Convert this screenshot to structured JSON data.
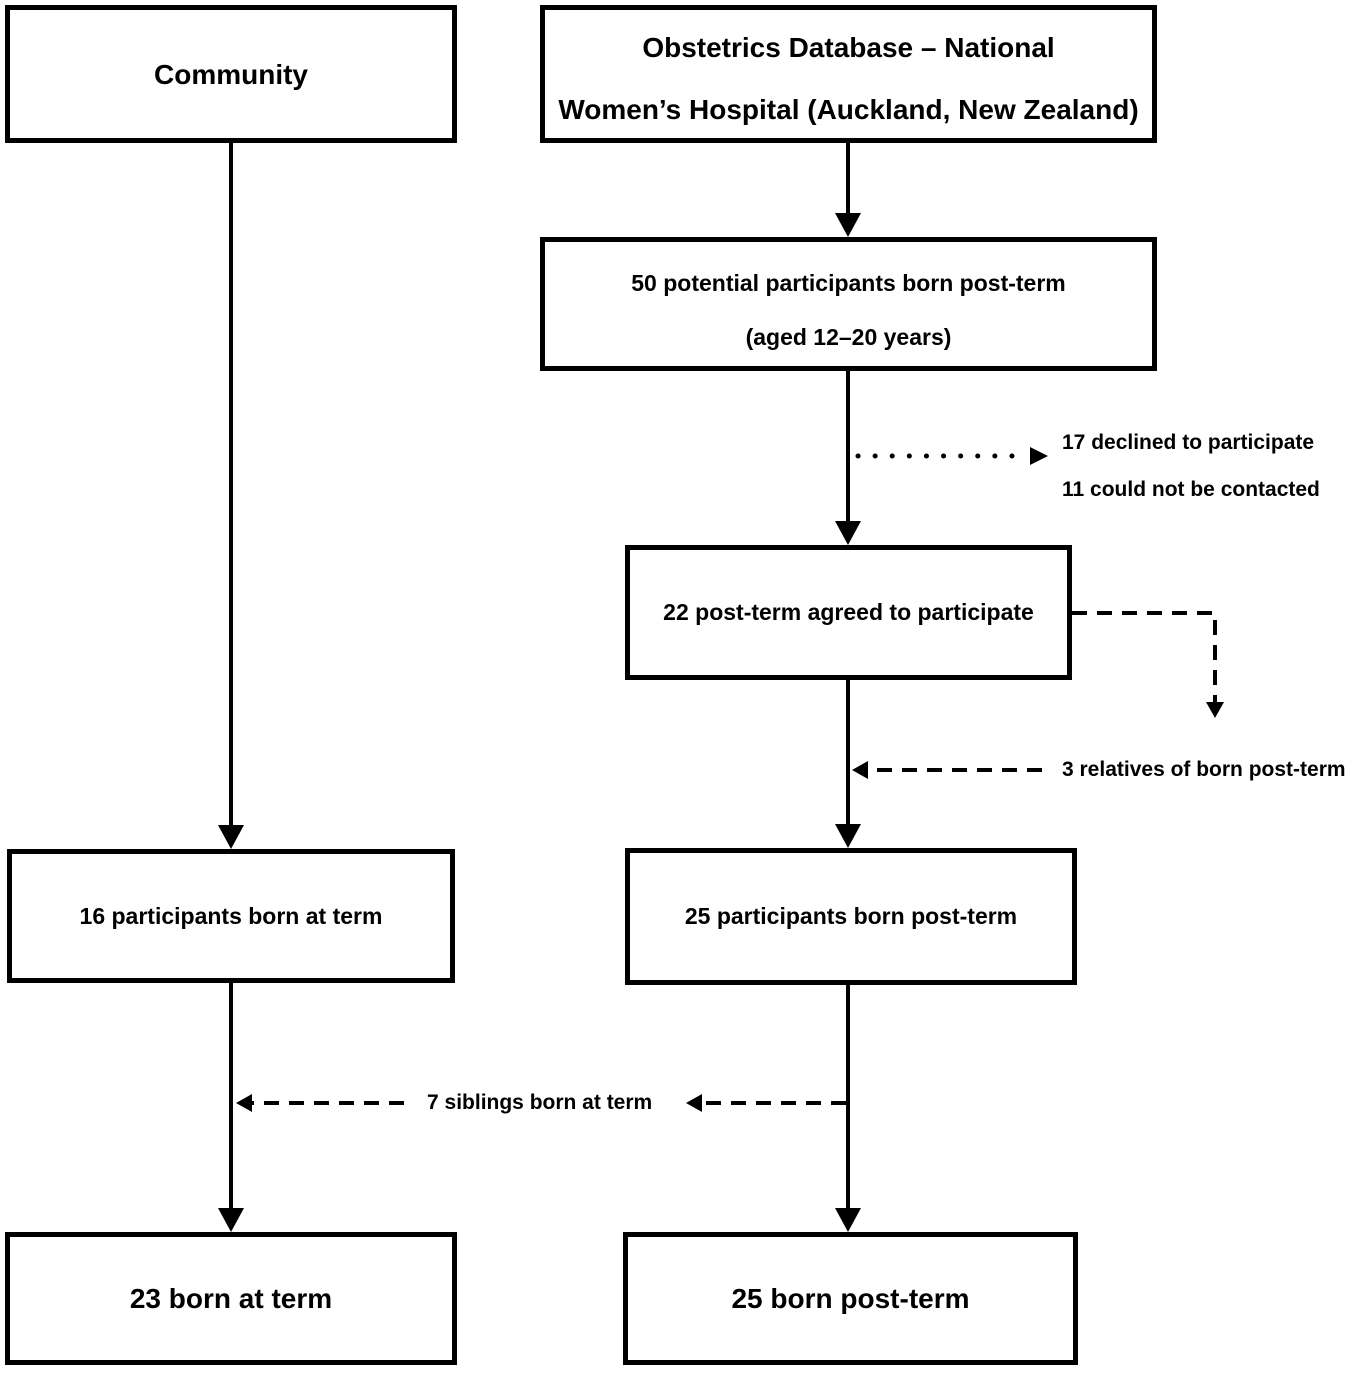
{
  "figure": {
    "type": "participant-flow-diagram",
    "colors": {
      "ink": "#000000",
      "paper": "#ffffff"
    },
    "boxes": {
      "community": {
        "label": "Community"
      },
      "database": {
        "lines": [
          "Obstetrics Database – National",
          "Women’s Hospital (Auckland, New Zealand)"
        ]
      },
      "potential": {
        "lines": [
          "50 potential participants born post-term",
          "(aged 12–20 years)"
        ]
      },
      "agreed": {
        "label": "22 post-term agreed to participate"
      },
      "term_participants": {
        "label": "16 participants born at term"
      },
      "postterm_participants": {
        "label": "25 participants born post-term"
      },
      "term_total": {
        "label": "23 born at term"
      },
      "postterm_total": {
        "label": "25 born post-term"
      }
    },
    "annotations": {
      "declined": {
        "lines": [
          "17 declined to participate",
          "11 could not be contacted"
        ]
      },
      "relatives": {
        "label": "3 relatives of born post-term"
      },
      "siblings": {
        "label": "7 siblings born at term"
      }
    }
  }
}
